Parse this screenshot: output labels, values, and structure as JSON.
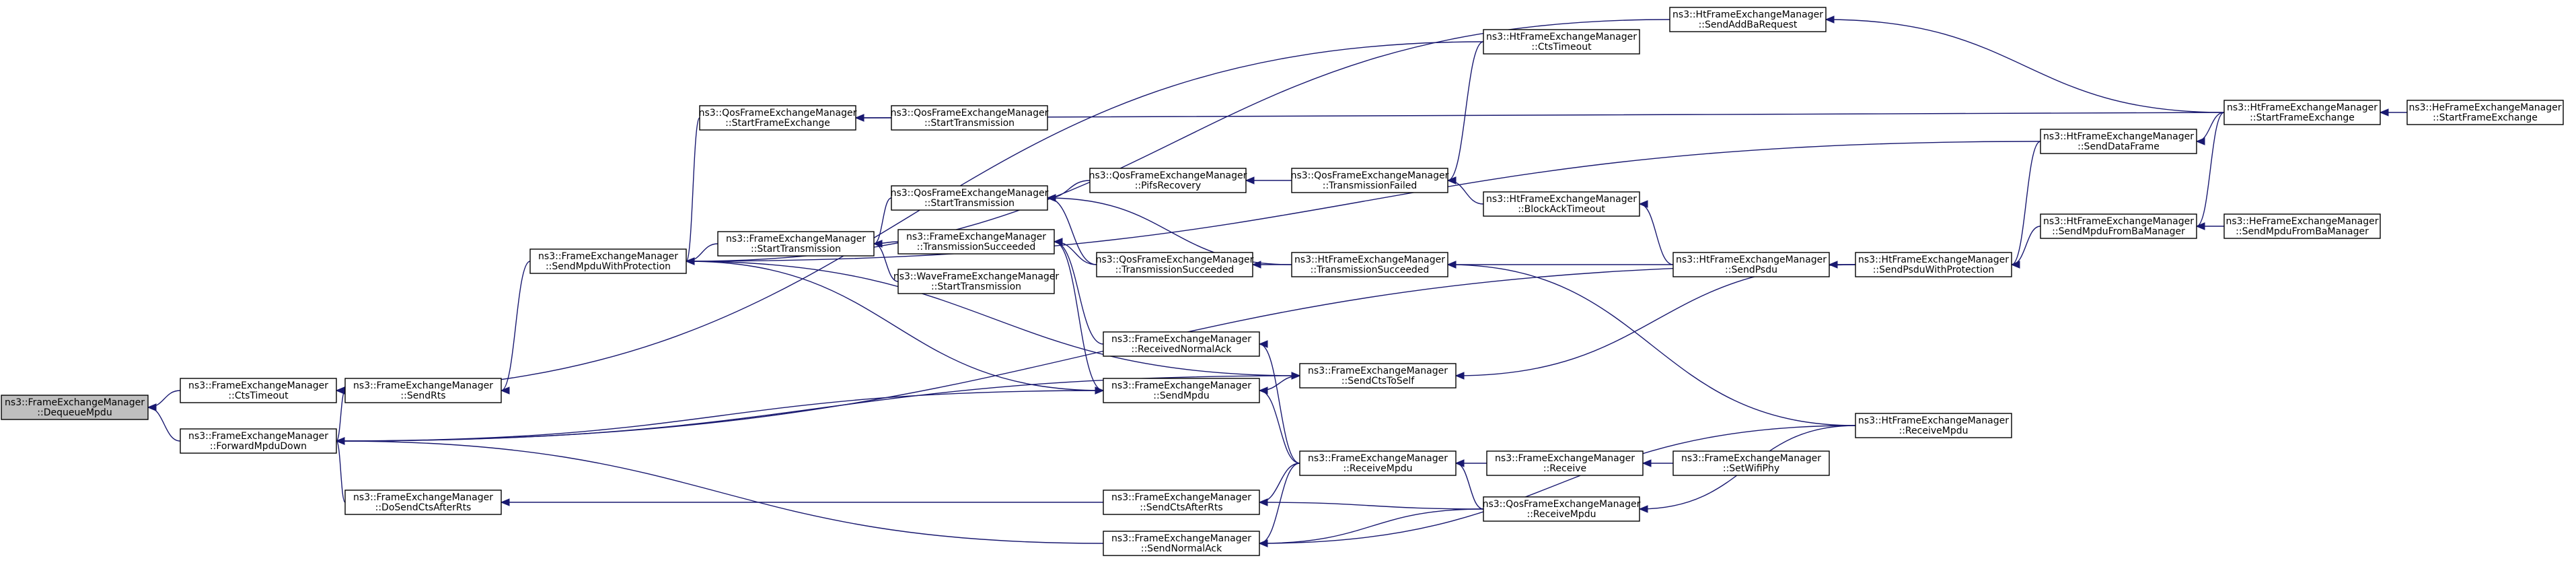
{
  "graph": {
    "type": "call-graph",
    "colors": {
      "edge": "#191970",
      "root_fill": "#bfbfbf",
      "node_fill": "#ffffff",
      "border": "#000000"
    },
    "nodes": [
      {
        "id": "dequeue",
        "lines": [
          "ns3::FrameExchangeManager",
          "::DequeueMpdu"
        ],
        "root": true
      },
      {
        "id": "ctstimeout_fem",
        "lines": [
          "ns3::FrameExchangeManager",
          "::CtsTimeout"
        ]
      },
      {
        "id": "forward",
        "lines": [
          "ns3::FrameExchangeManager",
          "::ForwardMpduDown"
        ]
      },
      {
        "id": "sendrts",
        "lines": [
          "ns3::FrameExchangeManager",
          "::SendRts"
        ]
      },
      {
        "id": "dosendcts",
        "lines": [
          "ns3::FrameExchangeManager",
          "::DoSendCtsAfterRts"
        ]
      },
      {
        "id": "sendmpduprot",
        "lines": [
          "ns3::FrameExchangeManager",
          "::SendMpduWithProtection"
        ]
      },
      {
        "id": "qos_sfe",
        "lines": [
          "ns3::QosFrameExchangeManager",
          "::StartFrameExchange"
        ]
      },
      {
        "id": "fem_st",
        "lines": [
          "ns3::FrameExchangeManager",
          "::StartTransmission"
        ]
      },
      {
        "id": "qos_st_top",
        "lines": [
          "ns3::QosFrameExchangeManager",
          "::StartTransmission"
        ]
      },
      {
        "id": "qos_st_mid",
        "lines": [
          "ns3::QosFrameExchangeManager",
          "::StartTransmission"
        ]
      },
      {
        "id": "fem_ts",
        "lines": [
          "ns3::FrameExchangeManager",
          "::TransmissionSucceeded"
        ]
      },
      {
        "id": "wave_st",
        "lines": [
          "ns3::WaveFrameExchangeManager",
          "::StartTransmission"
        ]
      },
      {
        "id": "recvack",
        "lines": [
          "ns3::FrameExchangeManager",
          "::ReceivedNormalAck"
        ]
      },
      {
        "id": "sendmpdu",
        "lines": [
          "ns3::FrameExchangeManager",
          "::SendMpdu"
        ]
      },
      {
        "id": "sendctsafter",
        "lines": [
          "ns3::FrameExchangeManager",
          "::SendCtsAfterRts"
        ]
      },
      {
        "id": "sendnormalack",
        "lines": [
          "ns3::FrameExchangeManager",
          "::SendNormalAck"
        ]
      },
      {
        "id": "pifs",
        "lines": [
          "ns3::QosFrameExchangeManager",
          "::PifsRecovery"
        ]
      },
      {
        "id": "qos_ts",
        "lines": [
          "ns3::QosFrameExchangeManager",
          "::TransmissionSucceeded"
        ]
      },
      {
        "id": "sendctsself",
        "lines": [
          "ns3::FrameExchangeManager",
          "::SendCtsToSelf"
        ]
      },
      {
        "id": "fem_recvmpdu",
        "lines": [
          "ns3::FrameExchangeManager",
          "::ReceiveMpdu"
        ]
      },
      {
        "id": "qos_tf",
        "lines": [
          "ns3::QosFrameExchangeManager",
          "::TransmissionFailed"
        ]
      },
      {
        "id": "ht_ts",
        "lines": [
          "ns3::HtFrameExchangeManager",
          "::TransmissionSucceeded"
        ]
      },
      {
        "id": "ht_cts",
        "lines": [
          "ns3::HtFrameExchangeManager",
          "::CtsTimeout"
        ]
      },
      {
        "id": "ht_bat",
        "lines": [
          "ns3::HtFrameExchangeManager",
          "::BlockAckTimeout"
        ]
      },
      {
        "id": "fem_receive",
        "lines": [
          "ns3::FrameExchangeManager",
          "::Receive"
        ]
      },
      {
        "id": "qos_recvmpdu",
        "lines": [
          "ns3::QosFrameExchangeManager",
          "::ReceiveMpdu"
        ]
      },
      {
        "id": "setwifiphy",
        "lines": [
          "ns3::FrameExchangeManager",
          "::SetWifiPhy"
        ]
      },
      {
        "id": "ht_addba",
        "lines": [
          "ns3::HtFrameExchangeManager",
          "::SendAddBaRequest"
        ]
      },
      {
        "id": "ht_sendpsdu",
        "lines": [
          "ns3::HtFrameExchangeManager",
          "::SendPsdu"
        ]
      },
      {
        "id": "ht_senddata",
        "lines": [
          "ns3::HtFrameExchangeManager",
          "::SendDataFrame"
        ]
      },
      {
        "id": "ht_sendmpdufromba",
        "lines": [
          "ns3::HtFrameExchangeManager",
          "::SendMpduFromBaManager"
        ]
      },
      {
        "id": "ht_sendpsduprot",
        "lines": [
          "ns3::HtFrameExchangeManager",
          "::SendPsduWithProtection"
        ]
      },
      {
        "id": "ht_recvmpdu",
        "lines": [
          "ns3::HtFrameExchangeManager",
          "::ReceiveMpdu"
        ]
      },
      {
        "id": "ht_sfe",
        "lines": [
          "ns3::HtFrameExchangeManager",
          "::StartFrameExchange"
        ]
      },
      {
        "id": "he_sfe",
        "lines": [
          "ns3::HeFrameExchangeManager",
          "::StartFrameExchange"
        ]
      },
      {
        "id": "he_sendmpdufromba",
        "lines": [
          "ns3::HeFrameExchangeManager",
          "::SendMpduFromBaManager"
        ]
      }
    ],
    "edges": [
      [
        "ctstimeout_fem",
        "dequeue"
      ],
      [
        "forward",
        "dequeue"
      ],
      [
        "sendrts",
        "ctstimeout_fem"
      ],
      [
        "ht_cts",
        "ctstimeout_fem"
      ],
      [
        "sendrts",
        "forward"
      ],
      [
        "dosendcts",
        "forward"
      ],
      [
        "sendmpdu",
        "forward"
      ],
      [
        "sendctsself",
        "forward"
      ],
      [
        "sendnormalack",
        "forward"
      ],
      [
        "ht_sendpsduprot",
        "forward"
      ],
      [
        "sendmpduprot",
        "sendrts"
      ],
      [
        "sendctsafter",
        "dosendcts"
      ],
      [
        "qos_sfe",
        "sendmpduprot"
      ],
      [
        "fem_st",
        "sendmpduprot"
      ],
      [
        "ht_addba",
        "sendmpduprot"
      ],
      [
        "ht_senddata",
        "sendmpduprot"
      ],
      [
        "qos_st_top",
        "qos_sfe"
      ],
      [
        "ht_sfe",
        "qos_sfe"
      ],
      [
        "qos_st_mid",
        "fem_st"
      ],
      [
        "fem_ts",
        "fem_st"
      ],
      [
        "wave_st",
        "fem_st"
      ],
      [
        "pifs",
        "qos_st_mid"
      ],
      [
        "qos_ts",
        "qos_st_mid"
      ],
      [
        "ht_ts",
        "qos_st_mid"
      ],
      [
        "qos_tf",
        "pifs"
      ],
      [
        "ht_bat",
        "qos_tf"
      ],
      [
        "ht_cts",
        "qos_tf"
      ],
      [
        "qos_ts",
        "fem_ts"
      ],
      [
        "ht_ts",
        "qos_ts"
      ],
      [
        "ht_sendpsdu",
        "ht_ts"
      ],
      [
        "ht_recvmpdu",
        "ht_ts"
      ],
      [
        "ht_sendpsdu",
        "ht_bat"
      ],
      [
        "recvack",
        "fem_ts"
      ],
      [
        "fem_recvmpdu",
        "recvack"
      ],
      [
        "sendmpduprot",
        "sendmpdu"
      ],
      [
        "fem_ts",
        "sendmpdu"
      ],
      [
        "sendmpdu",
        "sendctsself"
      ],
      [
        "sendmpduprot",
        "sendctsself"
      ],
      [
        "ht_sendpsduprot",
        "sendctsself"
      ],
      [
        "fem_recvmpdu",
        "sendmpdu"
      ],
      [
        "fem_recvmpdu",
        "sendctsafter"
      ],
      [
        "qos_recvmpdu",
        "sendctsafter"
      ],
      [
        "fem_recvmpdu",
        "sendnormalack"
      ],
      [
        "qos_recvmpdu",
        "sendnormalack"
      ],
      [
        "ht_recvmpdu",
        "sendnormalack"
      ],
      [
        "fem_receive",
        "fem_recvmpdu"
      ],
      [
        "qos_recvmpdu",
        "fem_recvmpdu"
      ],
      [
        "setwifiphy",
        "fem_receive"
      ],
      [
        "ht_recvmpdu",
        "qos_recvmpdu"
      ],
      [
        "ht_sfe",
        "ht_addba"
      ],
      [
        "ht_sendpsduprot",
        "ht_sendpsdu"
      ],
      [
        "ht_sendmpdufromba",
        "ht_sendpsduprot"
      ],
      [
        "ht_senddata",
        "ht_sendpsduprot"
      ],
      [
        "ht_sfe",
        "ht_senddata"
      ],
      [
        "ht_sfe",
        "ht_sendmpdufromba"
      ],
      [
        "he_sendmpdufromba",
        "ht_sendmpdufromba"
      ],
      [
        "he_sfe",
        "ht_sfe"
      ]
    ]
  }
}
